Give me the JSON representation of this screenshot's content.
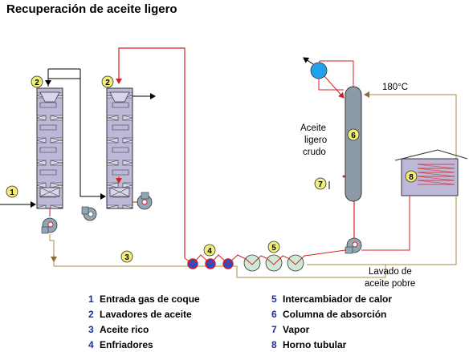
{
  "title": "Recuperación de aceite ligero",
  "labels": {
    "temperature": "180°C",
    "product_line1": "Aceite",
    "product_line2": "ligero",
    "product_line3": "crudo",
    "lean_oil_line1": "Lavado de",
    "lean_oil_line2": "aceite pobre"
  },
  "markers": {
    "m1": "1",
    "m2a": "2",
    "m2b": "2",
    "m3": "3",
    "m4": "4",
    "m5": "5",
    "m6": "6",
    "m7": "7",
    "m8": "8"
  },
  "legend": [
    {
      "num": "1",
      "text": "Entrada gas de coque"
    },
    {
      "num": "2",
      "text": "Lavadores de aceite"
    },
    {
      "num": "3",
      "text": "Aceite rico"
    },
    {
      "num": "4",
      "text": "Enfriadores"
    },
    {
      "num": "5",
      "text": "Intercambiador de calor"
    },
    {
      "num": "6",
      "text": "Columna de absorción"
    },
    {
      "num": "7",
      "text": "Vapor"
    },
    {
      "num": "8",
      "text": "Horno tubular"
    }
  ],
  "colors": {
    "gas_line": "#000000",
    "oil_line": "#d62020",
    "rich_oil_line": "#b8a060",
    "scrubber_fill": "#bcb8d8",
    "marker_fill": "#f2ee7a",
    "pump_fill": "#8ea8b8",
    "cooler_fill": "#1f4fd8",
    "exchanger_fill": "#cfe8d8",
    "column_fill": "#8c9aa6",
    "condenser_fill": "#21a2ea",
    "legend_number": "#1a2fa0"
  }
}
